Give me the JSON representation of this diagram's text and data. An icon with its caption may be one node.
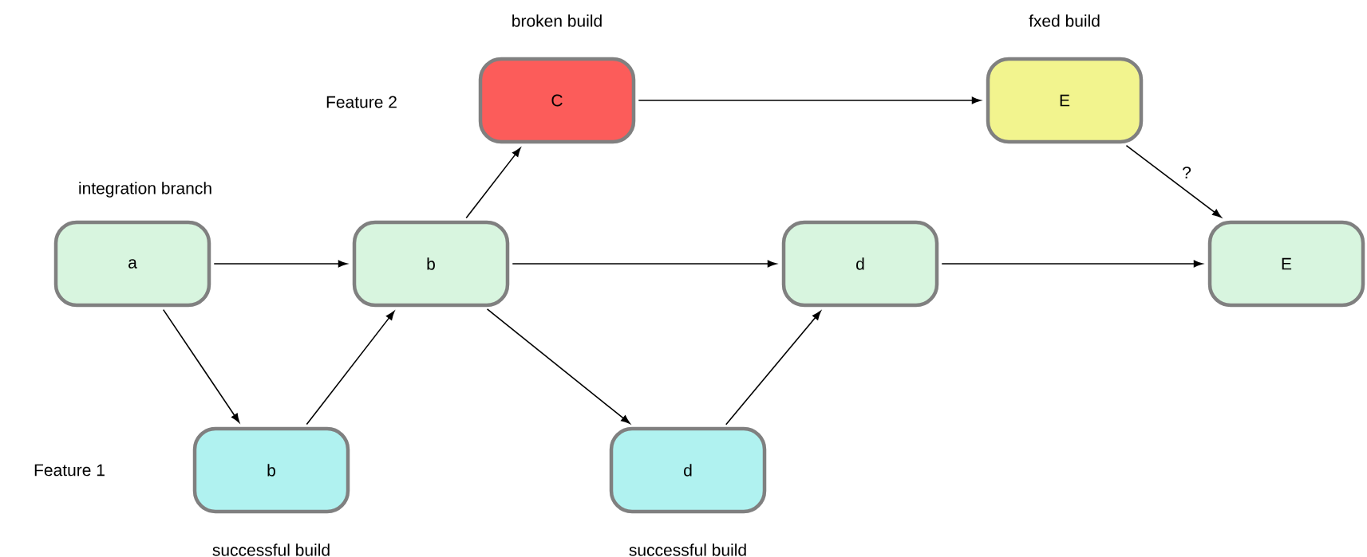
{
  "diagram": {
    "nodes": [
      {
        "text": [
          "C"
        ],
        "beside": [
          "broken build"
        ]
      },
      {
        "text": [
          "E"
        ],
        "beside": [
          "fxed build"
        ]
      },
      {
        "text": [
          "a"
        ]
      },
      {
        "text": [
          "b"
        ]
      },
      {
        "text": [
          "d"
        ]
      },
      {
        "text": [
          "E"
        ]
      },
      {
        "text": [
          "b"
        ],
        "beside": [
          "successful build"
        ]
      },
      {
        "text": [
          "d"
        ],
        "beside": [
          "successful build"
        ]
      }
    ],
    "edges": [
      {
        "from": 0,
        "to": 1,
        "arrow": "to"
      },
      {
        "from": 1,
        "to": 5,
        "arrow": "to",
        "label": "?"
      },
      {
        "from": 2,
        "to": 3,
        "arrow": "to"
      },
      {
        "from": 3,
        "to": 4,
        "arrow": "to"
      },
      {
        "from": 4,
        "to": 5,
        "arrow": "to"
      },
      {
        "from": 2,
        "to": 6,
        "arrow": "to"
      },
      {
        "from": 6,
        "to": 3,
        "arrow": "to"
      },
      {
        "from": 3,
        "to": 0,
        "arrow": "to"
      },
      {
        "from": 3,
        "to": 7,
        "arrow": "to"
      },
      {
        "from": 7,
        "to": 4,
        "arrow": "to"
      }
    ],
    "labels": [
      "Feature 2",
      "integration branch",
      "Feature 1"
    ]
  }
}
